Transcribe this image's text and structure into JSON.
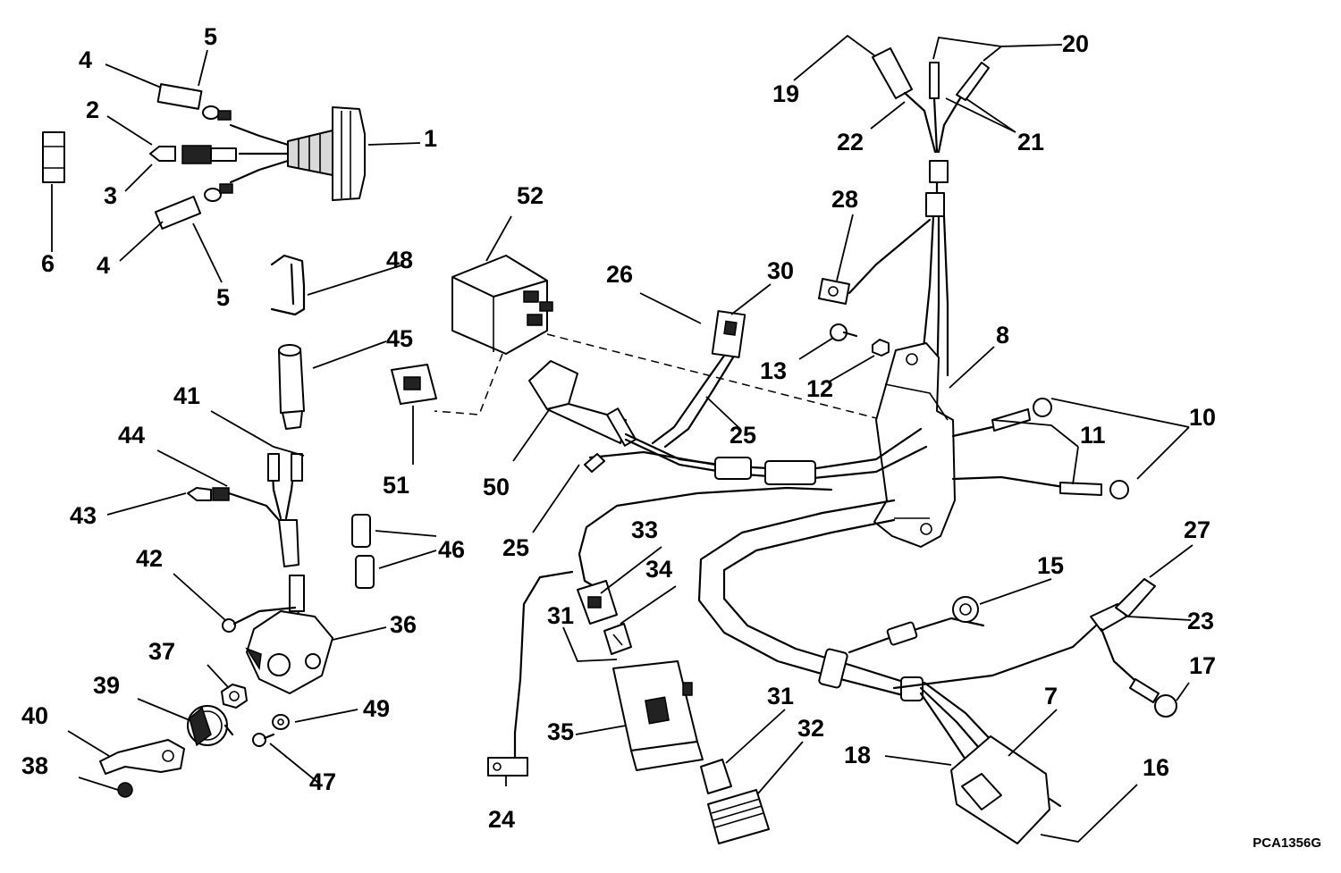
{
  "diagram": {
    "code": "PCA1356G",
    "callouts": {
      "c1": "1",
      "c2": "2",
      "c3": "3",
      "c4a": "4",
      "c4b": "4",
      "c5a": "5",
      "c5b": "5",
      "c6": "6",
      "c7": "7",
      "c8": "8",
      "c10": "10",
      "c11": "11",
      "c12": "12",
      "c13": "13",
      "c15": "15",
      "c16": "16",
      "c17": "17",
      "c18": "18",
      "c19": "19",
      "c20": "20",
      "c21": "21",
      "c22": "22",
      "c23": "23",
      "c24": "24",
      "c25a": "25",
      "c25b": "25",
      "c26": "26",
      "c27": "27",
      "c28": "28",
      "c30": "30",
      "c31a": "31",
      "c31b": "31",
      "c32": "32",
      "c33": "33",
      "c34": "34",
      "c35": "35",
      "c36": "36",
      "c37": "37",
      "c38": "38",
      "c39": "39",
      "c40": "40",
      "c41": "41",
      "c42": "42",
      "c43": "43",
      "c44": "44",
      "c45": "45",
      "c46": "46",
      "c47": "47",
      "c48": "48",
      "c49": "49",
      "c50": "50",
      "c51": "51",
      "c52": "52"
    }
  }
}
